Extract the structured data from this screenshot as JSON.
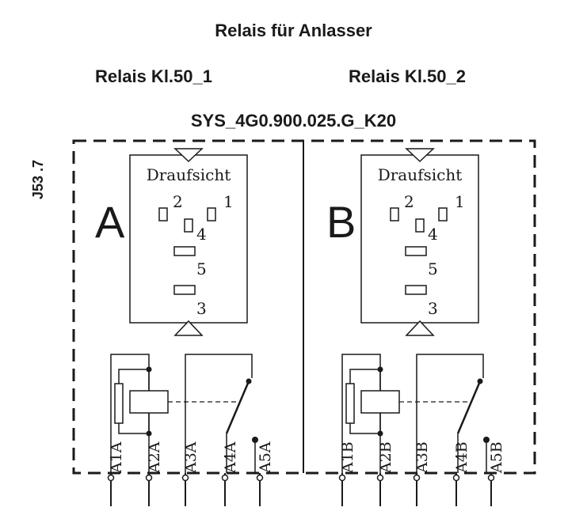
{
  "title": "Relais für Anlasser",
  "relay_1": "Relais Kl.50_1",
  "relay_2": "Relais Kl.50_2",
  "system_code": "SYS_4G0.900.025.G_K20",
  "frame_label": "J53 .7",
  "modules": [
    {
      "letter": "A",
      "view_label": "Draufsicht",
      "pin_numbers": [
        "2",
        "1",
        "4",
        "5",
        "3"
      ],
      "terminals": [
        "A1A",
        "A2A",
        "A3A",
        "A4A",
        "A5A"
      ]
    },
    {
      "letter": "B",
      "view_label": "Draufsicht",
      "pin_numbers": [
        "2",
        "1",
        "4",
        "5",
        "3"
      ],
      "terminals": [
        "A1B",
        "A2B",
        "A3B",
        "A4B",
        "A5B"
      ]
    }
  ]
}
